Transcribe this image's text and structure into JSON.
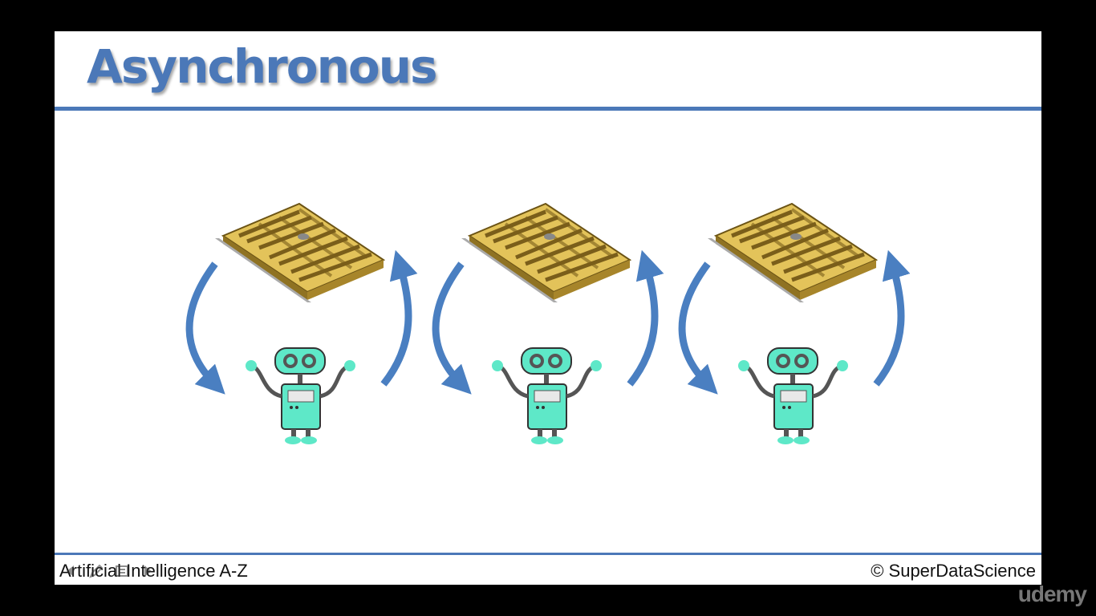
{
  "slide": {
    "title": "Asynchronous",
    "footer_left": "Artificial Intelligence A-Z",
    "footer_right": "© SuperDataScience",
    "accent_color": "#4b78b8"
  },
  "diagram": {
    "groups": [
      {
        "maze_icon": "maze-icon",
        "agent_icon": "robot-icon"
      },
      {
        "maze_icon": "maze-icon",
        "agent_icon": "robot-icon"
      },
      {
        "maze_icon": "maze-icon",
        "agent_icon": "robot-icon"
      }
    ],
    "arrow_color": "#4a7fc1",
    "robot_color": "#5ee8c8",
    "maze_color": "#c9a63c"
  },
  "player": {
    "controls": [
      "previous-icon",
      "edit-icon",
      "slides-icon",
      "next-icon"
    ]
  },
  "watermark": "udemy"
}
